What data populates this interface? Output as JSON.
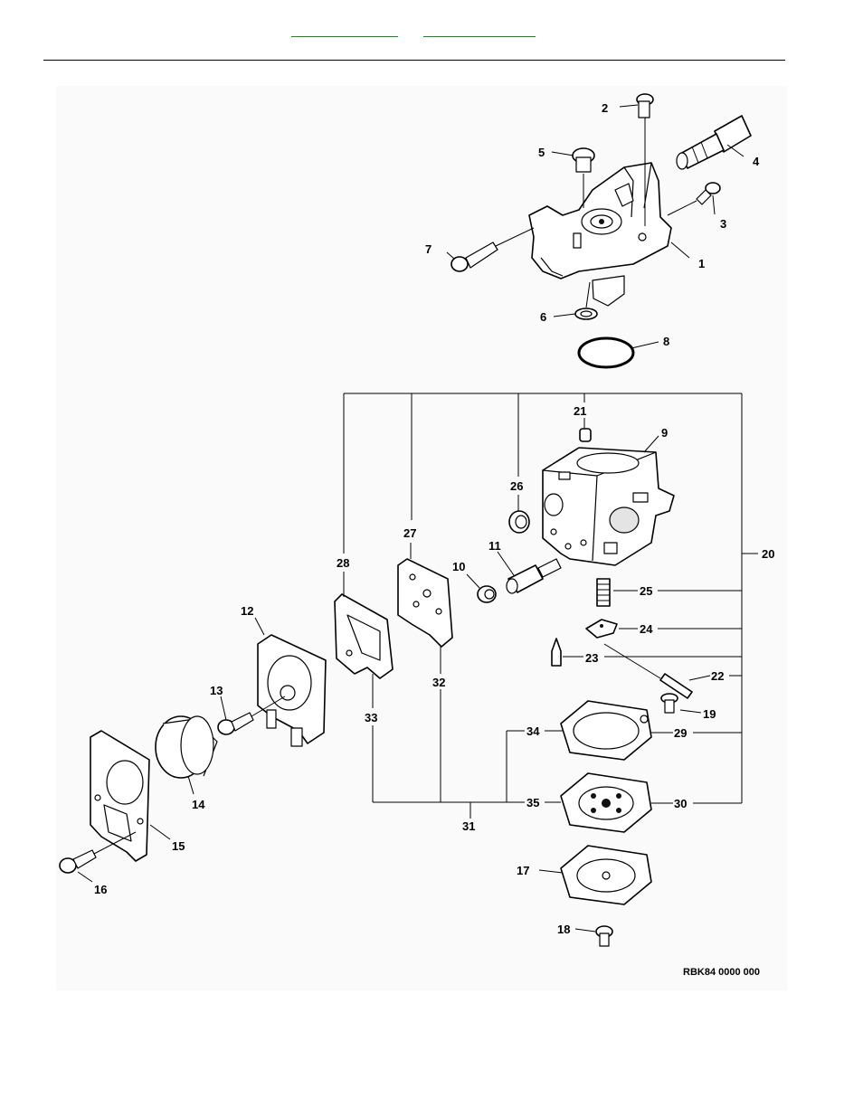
{
  "header": {
    "link_a": "",
    "link_b": ""
  },
  "figure": {
    "reference_code": "RBK84 0000 000"
  },
  "callouts": [
    {
      "id": "c1",
      "label": "1"
    },
    {
      "id": "c2",
      "label": "2"
    },
    {
      "id": "c3",
      "label": "3"
    },
    {
      "id": "c4",
      "label": "4"
    },
    {
      "id": "c5",
      "label": "5"
    },
    {
      "id": "c6",
      "label": "6"
    },
    {
      "id": "c7",
      "label": "7"
    },
    {
      "id": "c8",
      "label": "8"
    },
    {
      "id": "c9",
      "label": "9"
    },
    {
      "id": "c10",
      "label": "10"
    },
    {
      "id": "c11",
      "label": "11"
    },
    {
      "id": "c12",
      "label": "12"
    },
    {
      "id": "c13",
      "label": "13"
    },
    {
      "id": "c14",
      "label": "14"
    },
    {
      "id": "c15",
      "label": "15"
    },
    {
      "id": "c16",
      "label": "16"
    },
    {
      "id": "c17",
      "label": "17"
    },
    {
      "id": "c18",
      "label": "18"
    },
    {
      "id": "c19",
      "label": "19"
    },
    {
      "id": "c20",
      "label": "20"
    },
    {
      "id": "c21",
      "label": "21"
    },
    {
      "id": "c22",
      "label": "22"
    },
    {
      "id": "c23",
      "label": "23"
    },
    {
      "id": "c24",
      "label": "24"
    },
    {
      "id": "c25",
      "label": "25"
    },
    {
      "id": "c26",
      "label": "26"
    },
    {
      "id": "c27",
      "label": "27"
    },
    {
      "id": "c28",
      "label": "28"
    },
    {
      "id": "c29",
      "label": "29"
    },
    {
      "id": "c30",
      "label": "30"
    },
    {
      "id": "c31",
      "label": "31"
    },
    {
      "id": "c32",
      "label": "32"
    },
    {
      "id": "c33",
      "label": "33"
    },
    {
      "id": "c34",
      "label": "34"
    },
    {
      "id": "c35",
      "label": "35"
    }
  ]
}
